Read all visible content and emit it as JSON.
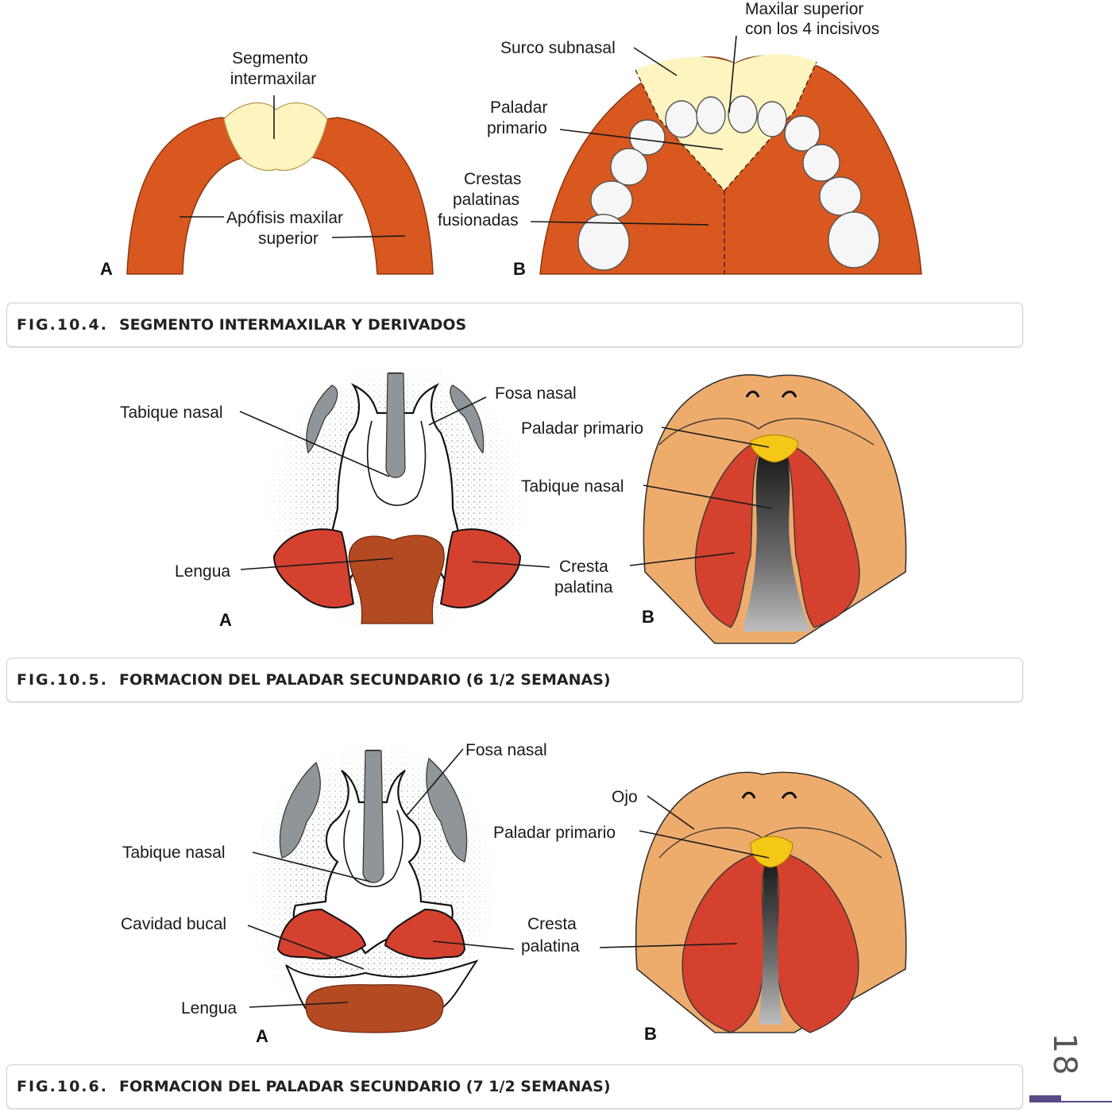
{
  "fig4": {
    "a": {
      "letter": "A",
      "segmento_l1": "Segmento",
      "segmento_l2": "intermaxilar",
      "apofisis_l1": "Apófisis maxilar",
      "apofisis_l2": "superior"
    },
    "b": {
      "letter": "B",
      "maxilar_l1": "Maxilar superior",
      "maxilar_l2": "con los 4 incisivos",
      "surco": "Surco subnasal",
      "paladar_l1": "Paladar",
      "paladar_l2": "primario",
      "crestas_l1": "Crestas",
      "crestas_l2": "palatinas",
      "crestas_l3": "fusionadas"
    },
    "caption_num": "FIG.10.4.",
    "caption_title": "SEGMENTO INTERMAXILAR Y DERIVADOS"
  },
  "fig5": {
    "a": {
      "letter": "A",
      "tabique": "Tabique nasal",
      "lengua": "Lengua"
    },
    "b": {
      "letter": "B",
      "fosa": "Fosa nasal",
      "paladar": "Paladar primario",
      "tabique": "Tabique nasal",
      "cresta_l1": "Cresta",
      "cresta_l2": "palatina"
    },
    "caption_num": "FIG.10.5.",
    "caption_title": "FORMACION DEL PALADAR SECUNDARIO (6 1/2 SEMANAS)"
  },
  "fig6": {
    "a": {
      "letter": "A",
      "tabique": "Tabique nasal",
      "cavidad": "Cavidad bucal",
      "lengua": "Lengua"
    },
    "b": {
      "letter": "B",
      "fosa": "Fosa nasal",
      "ojo": "Ojo",
      "paladar": "Paladar primario",
      "cresta_l1": "Cresta",
      "cresta_l2": "palatina"
    },
    "caption_num": "FIG.10.6.",
    "caption_title": "FORMACION DEL PALADAR SECUNDARIO (7 1/2 SEMANAS)"
  },
  "page_number": "18",
  "colors": {
    "orange": "#d9581f",
    "pale_yellow": "#fdf4c0",
    "skin": "#eeac6c",
    "red": "#d4412e",
    "gray": "#8f9598",
    "tongue": "#b44a22",
    "yellow": "#f5c717"
  }
}
